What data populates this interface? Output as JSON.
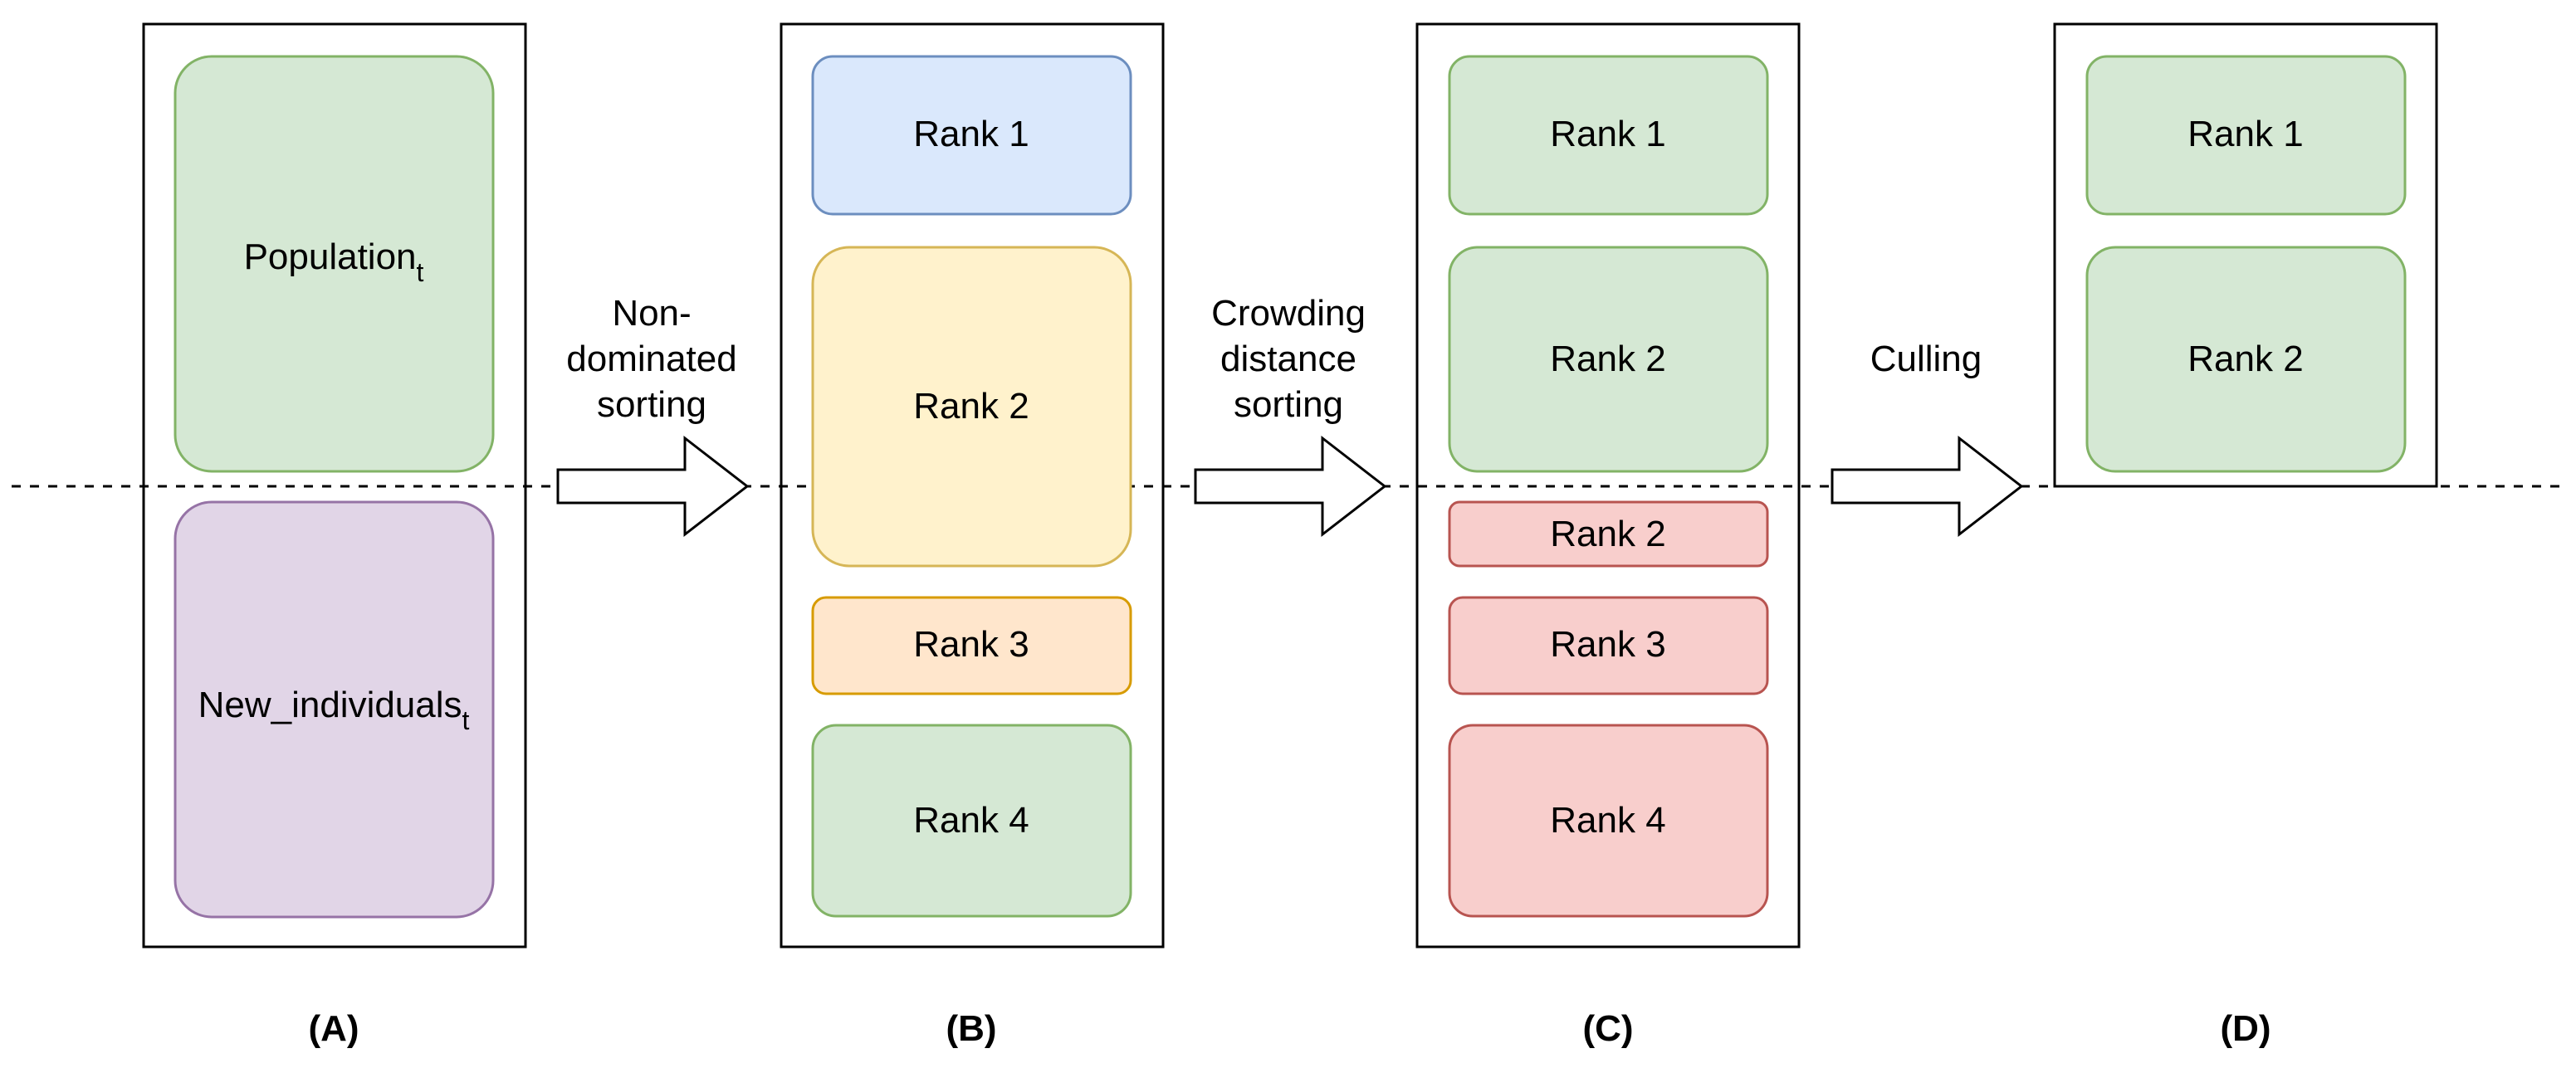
{
  "panels": {
    "a": {
      "label": "(A)",
      "top_box": {
        "name": "Population",
        "subscript": "t",
        "fill": "#d5e8d4",
        "stroke": "#82b366"
      },
      "bottom_box": {
        "name": "New_individuals",
        "subscript": "t",
        "fill": "#e1d5e7",
        "stroke": "#9673a6"
      }
    },
    "b": {
      "label": "(B)",
      "boxes": [
        {
          "text": "Rank 1",
          "fill": "#dae8fc",
          "stroke": "#6c8ebf"
        },
        {
          "text": "Rank 2",
          "fill": "#fff2cc",
          "stroke": "#d6b656"
        },
        {
          "text": "Rank 3",
          "fill": "#ffe6cc",
          "stroke": "#d79b00"
        },
        {
          "text": "Rank 4",
          "fill": "#d5e8d4",
          "stroke": "#82b366"
        }
      ]
    },
    "c": {
      "label": "(C)",
      "boxes": [
        {
          "text": "Rank 1",
          "fill": "#d5e8d4",
          "stroke": "#82b366"
        },
        {
          "text": "Rank 2",
          "fill": "#d5e8d4",
          "stroke": "#82b366"
        },
        {
          "text": "Rank 2",
          "fill": "#f8cecc",
          "stroke": "#b85450"
        },
        {
          "text": "Rank 3",
          "fill": "#f8cecc",
          "stroke": "#b85450"
        },
        {
          "text": "Rank 4",
          "fill": "#f8cecc",
          "stroke": "#b85450"
        }
      ]
    },
    "d": {
      "label": "(D)",
      "boxes": [
        {
          "text": "Rank 1",
          "fill": "#d5e8d4",
          "stroke": "#82b366"
        },
        {
          "text": "Rank 2",
          "fill": "#d5e8d4",
          "stroke": "#82b366"
        }
      ]
    }
  },
  "arrows": [
    {
      "lines": [
        "Non-",
        "dominated",
        "sorting"
      ]
    },
    {
      "lines": [
        "Crowding",
        "distance",
        "sorting"
      ]
    },
    {
      "lines": [
        "Culling"
      ]
    }
  ]
}
